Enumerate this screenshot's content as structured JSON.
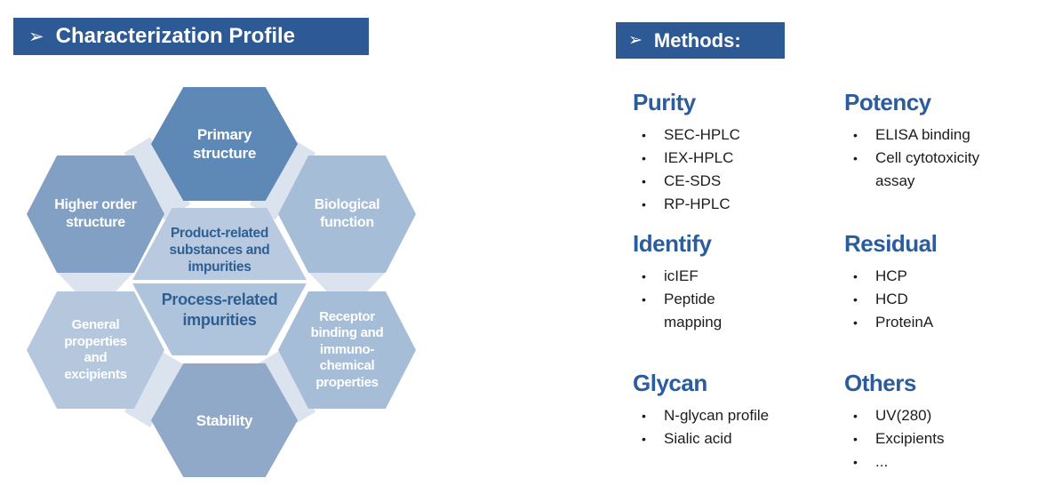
{
  "ui": {
    "bullet": "•"
  },
  "left_panel": {
    "header": {
      "arrow": "➢",
      "title": "Characterization Profile"
    },
    "hexagons": {
      "top": {
        "label": "Primary\nstructure"
      },
      "left": {
        "label": "Higher order\nstructure"
      },
      "right": {
        "label": "Biological\nfunction"
      },
      "center_top": {
        "label": "Product-related\nsubstances and\nimpurities"
      },
      "center_bottom": {
        "label": "Process-related\nimpurities"
      },
      "bottom_left": {
        "label": "General\nproperties\nand\nexcipients"
      },
      "bottom_right": {
        "label": "Receptor\nbinding and\nimmuno-\nchemical\nproperties"
      },
      "bottom": {
        "label": "Stability"
      }
    }
  },
  "right_panel": {
    "header": {
      "arrow": "➢",
      "title": "Methods:"
    },
    "sections": [
      {
        "title": "Purity",
        "items": [
          "SEC-HPLC",
          "IEX-HPLC",
          "CE-SDS",
          "RP-HPLC"
        ]
      },
      {
        "title": "Potency",
        "items": [
          "ELISA binding",
          "Cell cytotoxicity\nassay"
        ]
      },
      {
        "title": "Identify",
        "items": [
          "icIEF",
          "Peptide\nmapping"
        ]
      },
      {
        "title": "Residual",
        "items": [
          "HCP",
          "HCD",
          "ProteinA"
        ]
      },
      {
        "title": "Glycan",
        "items": [
          "N-glycan profile",
          "Sialic acid"
        ]
      },
      {
        "title": "Others",
        "items": [
          "UV(280)",
          "Excipients",
          "..."
        ]
      }
    ]
  },
  "colors": {
    "banner_blue": "#2D5A94",
    "heading_blue": "#2B5C9C",
    "heading_highlight_gold": "#F5B217",
    "hex_primary": "#5E88B5",
    "hex_higher_order": "#82A0C4",
    "hex_biological": "#A6BDD8",
    "hex_general": "#B5C7DD",
    "hex_receptor": "#A6BDD8",
    "hex_stability": "#91A9C8",
    "hex_center_top": "#B8C9E0",
    "hex_center_bottom": "#AEC3DC",
    "hex_center_text": "#2D5F92",
    "connector_pale": "#DBE3EF",
    "body_text": "#1C1C1C"
  }
}
